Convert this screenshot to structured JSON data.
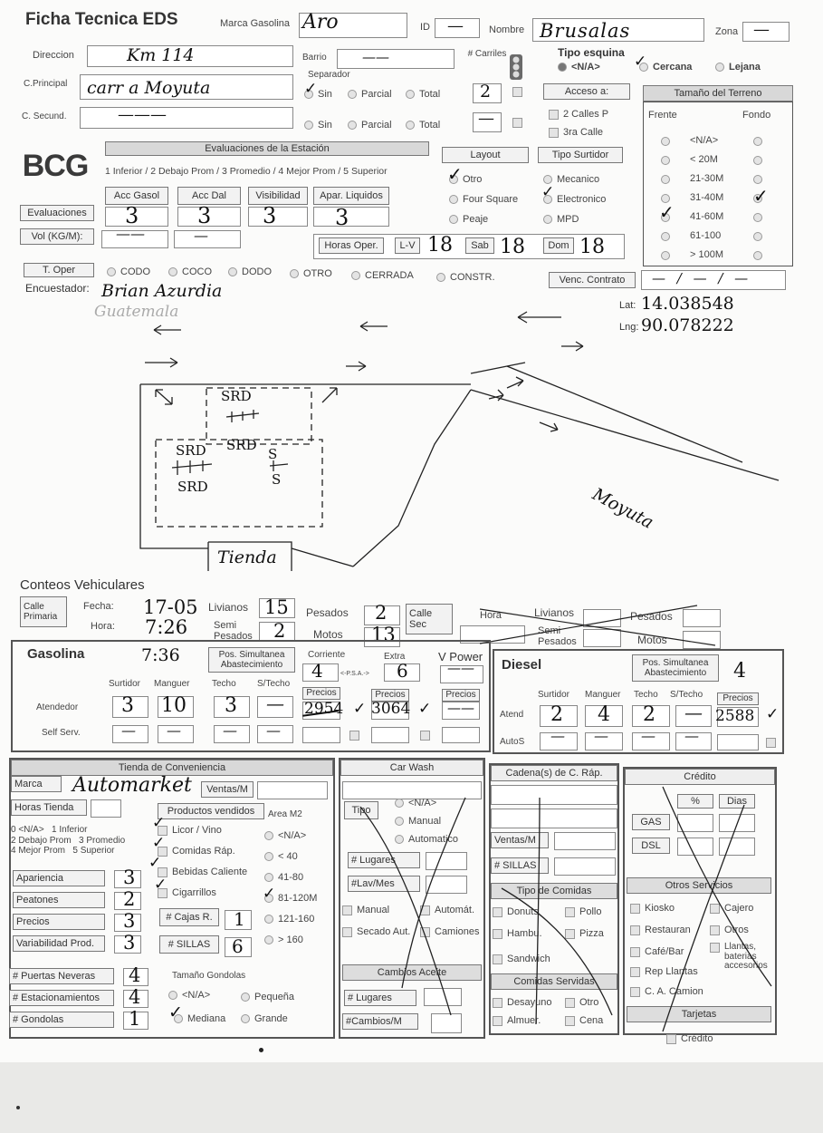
{
  "header": {
    "title": "Ficha Tecnica EDS",
    "marca_label": "Marca Gasolina",
    "marca_value": "Aro",
    "id_label": "ID",
    "id_value": "—",
    "nombre_label": "Nombre",
    "nombre_value": "Brusalas",
    "zona_label": "Zona",
    "zona_value": "—"
  },
  "address": {
    "direccion_label": "Direccion",
    "direccion_value": "Km 114",
    "barrio_label": "Barrio",
    "barrio_value": "——",
    "c_principal_label": "C.Principal",
    "c_principal_value": "carr a Moyuta",
    "c_secund_label": "C. Secund.",
    "c_secund_value": "———",
    "separador_label": "Separador",
    "sep_options": [
      "Sin",
      "Parcial",
      "Total"
    ],
    "carriles_label": "# Carriles",
    "carriles_1": "2",
    "carriles_2": "—",
    "semaforo_icon": "traffic-light-icon"
  },
  "tipo_esquina": {
    "label": "Tipo esquina",
    "options": [
      "<N/A>",
      "Cercana",
      "Lejana"
    ]
  },
  "acceso": {
    "label": "Acceso a:",
    "options": [
      "2 Calles P",
      "3ra Calle"
    ]
  },
  "terreno": {
    "title": "Tamaño del Terreno",
    "frente_label": "Frente",
    "fondo_label": "Fondo",
    "options": [
      "<N/A>",
      "< 20M",
      "21-30M",
      "31-40M",
      "41-60M",
      "61-100",
      "> 100M"
    ]
  },
  "logo": "BCG",
  "evaluaciones": {
    "header": "Evaluaciones de la Estación",
    "scale": "1 Inferior / 2 Debajo Prom / 3 Promedio / 4 Mejor Prom / 5 Superior",
    "cols": [
      "Acc Gasol",
      "Acc Dal",
      "Visibilidad",
      "Apar. Liquidos"
    ],
    "row_label": "Evaluaciones",
    "values": [
      "3",
      "3",
      "3",
      "3"
    ],
    "vol_label": "Vol (KG/M):",
    "vol_values": [
      "——",
      "—"
    ]
  },
  "layout": {
    "label": "Layout",
    "options": [
      "Otro",
      "Four Square",
      "Peaje"
    ]
  },
  "tipo_surtidor": {
    "label": "Tipo Surtidor",
    "options": [
      "Mecanico",
      "Electronico",
      "MPD"
    ]
  },
  "horas": {
    "label": "Horas Oper.",
    "lv_label": "L-V",
    "lv_value": "18",
    "sab_label": "Sab",
    "sab_value": "18",
    "dom_label": "Dom",
    "dom_value": "18"
  },
  "operacion": {
    "label": "T. Oper",
    "options": [
      "CODO",
      "COCO",
      "DODO",
      "OTRO",
      "CERRADA",
      "CONSTR."
    ],
    "venc_label": "Venc. Contrato",
    "venc_value": "— / — / —"
  },
  "encuestador": {
    "label": "Encuestador:",
    "value": "Brian Azurdia",
    "sub": "Guatemala"
  },
  "coords": {
    "lat_label": "Lat:",
    "lat": "14.038548",
    "lng_label": "Lng:",
    "lng": "90.078222"
  },
  "sketch": {
    "labels": [
      "SRD",
      "SRD",
      "SRD",
      "SRD",
      "S",
      "S"
    ],
    "tienda": "Tienda",
    "road": "Moyuta"
  },
  "conteos": {
    "title": "Conteos Vehiculares",
    "calle_primaria": "Calle Primaria",
    "fecha_label": "Fecha:",
    "fecha": "17-05",
    "hora_label": "Hora:",
    "hora": "7:26",
    "livianos_label": "Livianos",
    "livianos": "15",
    "semi_label": "Semi Pesados",
    "semi": "2",
    "pesados_label": "Pesados",
    "pesados": "2",
    "motos_label": "Motos",
    "motos": "13",
    "calle_sec": "Calle Sec",
    "hora2_label": "Hora",
    "livianos2_label": "Livianos",
    "pesados2_label": "Pesados",
    "semi2_label": "Semi Pesados",
    "motos2_label": "Motos"
  },
  "gasolina": {
    "title": "Gasolina",
    "time_note": "7:36",
    "pos_label": "Pos. Simultanea Abastecimiento",
    "corriente_label": "Corriente",
    "corriente": "4",
    "psa_note": "<-P.S.A.->",
    "extra_label": "Extra",
    "extra": "6",
    "vpower_label": "V Power",
    "vpower": "——",
    "cols": [
      "Surtidor",
      "Manguer",
      "Techo",
      "S/Techo"
    ],
    "atend_label": "Atendedor",
    "atend": [
      "3",
      "10",
      "3",
      "—"
    ],
    "self_label": "Self Serv.",
    "self": [
      "—",
      "—",
      "—",
      "—"
    ],
    "precios_label": "Precios",
    "precio_corriente": "2954",
    "precio_extra": "3064",
    "precio_vpower": "——"
  },
  "diesel": {
    "title": "Diesel",
    "pos_label": "Pos. Simultanea Abastecimiento",
    "pos_value": "4",
    "cols": [
      "Surtidor",
      "Manguer",
      "Techo",
      "S/Techo"
    ],
    "atend_label": "Atend",
    "atend": [
      "2",
      "4",
      "2",
      "—"
    ],
    "autos_label": "AutoS",
    "autos": [
      "—",
      "—",
      "—",
      "—"
    ],
    "precios_label": "Precios",
    "precio": "2588"
  },
  "tienda": {
    "header": "Tienda de Conveniencia",
    "marca_label": "Marca",
    "marca_value": "Automarket",
    "ventas_label": "Ventas/M",
    "horas_label": "Horas Tienda",
    "productos_label": "Productos vendidos",
    "area_label": "Area M2",
    "scale": "0 <N/A>   1 Inferior\n2 Debajo Prom   3 Promedio\n4 Mejor Prom   5 Superior",
    "productos": [
      "Licor / Vino",
      "Comidas Ráp.",
      "Bebidas Caliente",
      "Cigarrillos"
    ],
    "areas": [
      "<N/A>",
      "< 40",
      "41-80",
      "81-120M",
      "121-160",
      "> 160"
    ],
    "ratings": [
      {
        "label": "Apariencia",
        "value": "3"
      },
      {
        "label": "Peatones",
        "value": "2"
      },
      {
        "label": "Precios",
        "value": "3"
      },
      {
        "label": "Variabilidad Prod.",
        "value": "3"
      }
    ],
    "cajas_label": "# Cajas R.",
    "cajas": "1",
    "sillas_label": "# SILLAS",
    "sillas": "6",
    "counts": [
      {
        "label": "# Puertas Neveras",
        "value": "4"
      },
      {
        "label": "# Estacionamientos",
        "value": "4"
      },
      {
        "label": "# Gondolas",
        "value": "1"
      }
    ],
    "gondolas_label": "Tamaño Gondolas",
    "gondolas": [
      "<N/A>",
      "Pequeña",
      "Mediana",
      "Grande"
    ]
  },
  "carwash": {
    "header": "Car Wash",
    "tipo_label": "Tipo",
    "tipo_options": [
      "<N/A>",
      "Manual",
      "Automatico"
    ],
    "lugares_label": "# Lugares",
    "lav_label": "#Lav/Mes",
    "checks": [
      "Manual",
      "Automát.",
      "Secado Aut.",
      "Camiones"
    ],
    "aceite_header": "Cambios Aceite",
    "lugares2_label": "# Lugares",
    "cambios_label": "#Cambios/M"
  },
  "cadena": {
    "header": "Cadena(s) de C. Ráp.",
    "ventas_label": "Ventas/M",
    "sillas_label": "# SILLAS",
    "tipo_header": "Tipo de Comidas",
    "tipos": [
      "Donuts",
      "Pollo",
      "Hambu.",
      "Pizza",
      "Sandwich"
    ],
    "servidas_header": "Comidas Servidas",
    "servidas": [
      "Desayuno",
      "Otro",
      "Almuer.",
      "Cena"
    ]
  },
  "credito": {
    "header": "Crédito",
    "pct_label": "%",
    "dias_label": "Dias",
    "gas_label": "GAS",
    "dsl_label": "DSL",
    "otros_header": "Otros Servicios",
    "otros": [
      "Kiosko",
      "Cajero",
      "Restauran",
      "Otros",
      "Café/Bar",
      "Llantas, baterias accesorios",
      "Rep Llantas",
      "C. A. Camion"
    ],
    "tarjetas_header": "Tarjetas",
    "tarjetas_option": "Crédito"
  }
}
